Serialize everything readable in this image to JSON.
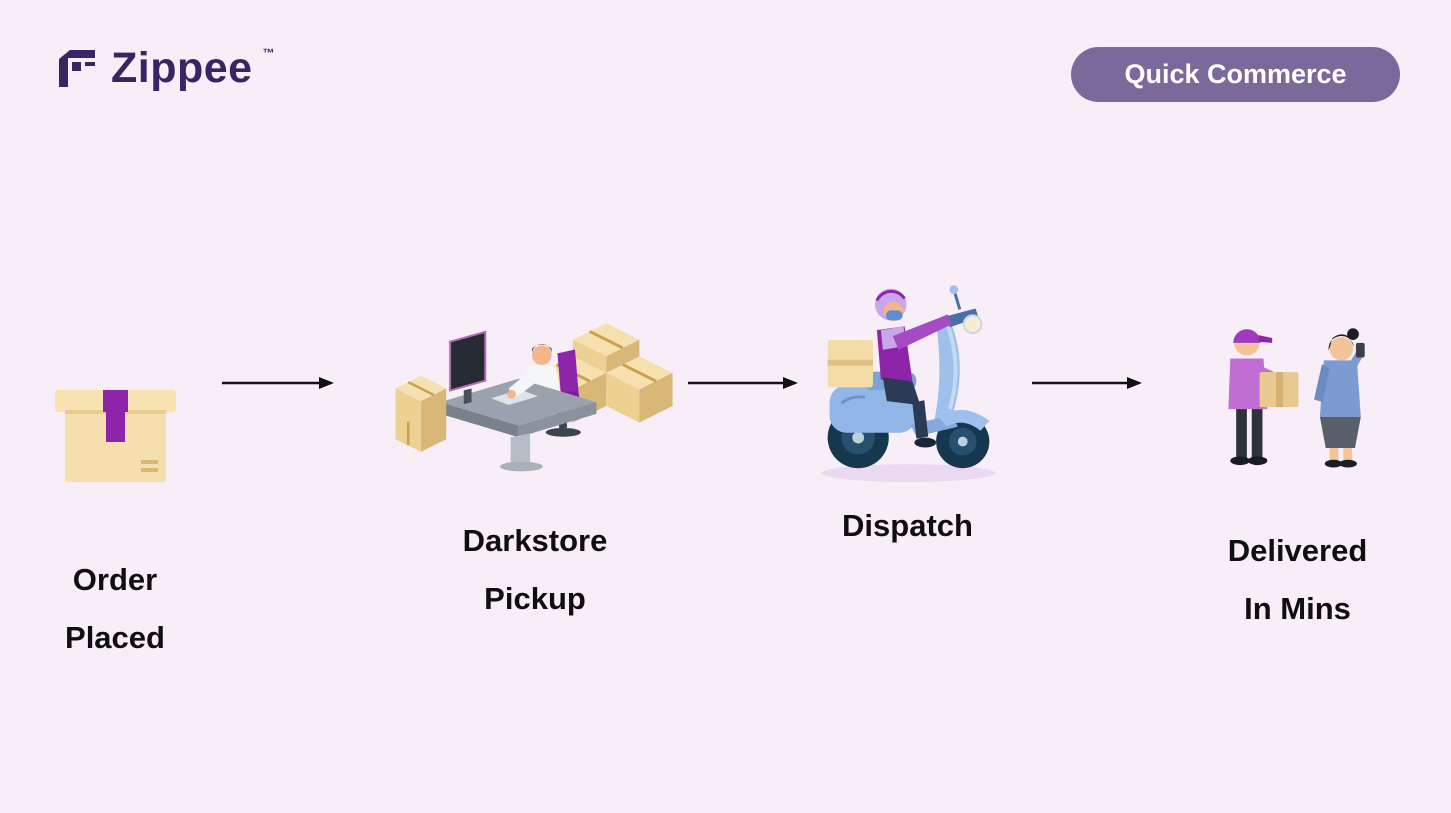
{
  "page": {
    "background": "#f8eef8"
  },
  "header": {
    "logo": {
      "text": "Zippee",
      "tm": "™",
      "color": "#362663",
      "icon": "zippee-warehouse-mark-icon"
    },
    "badge": {
      "label": "Quick Commerce",
      "bg_color": "#7c699b",
      "text_color": "#ffffff"
    }
  },
  "flow": {
    "arrow_color": "#111111",
    "steps": [
      {
        "id": "order-placed",
        "line1": "Order",
        "line2": "Placed",
        "illustration": "package-box"
      },
      {
        "id": "darkstore-pickup",
        "line1": "Darkstore",
        "line2": "Pickup",
        "illustration": "warehouse-worker-at-desk-with-boxes"
      },
      {
        "id": "dispatch",
        "line1": "Dispatch",
        "line2": "",
        "illustration": "courier-riding-scooter"
      },
      {
        "id": "delivered-in-mins",
        "line1": "Delivered",
        "line2": "In Mins",
        "illustration": "courier-handing-package-to-customer"
      }
    ]
  },
  "colors": {
    "brand_purple": "#8e24aa",
    "box_tan": "#f3dca6",
    "scooter_blue": "#9fc0ec",
    "wheel_navy": "#16384f"
  }
}
